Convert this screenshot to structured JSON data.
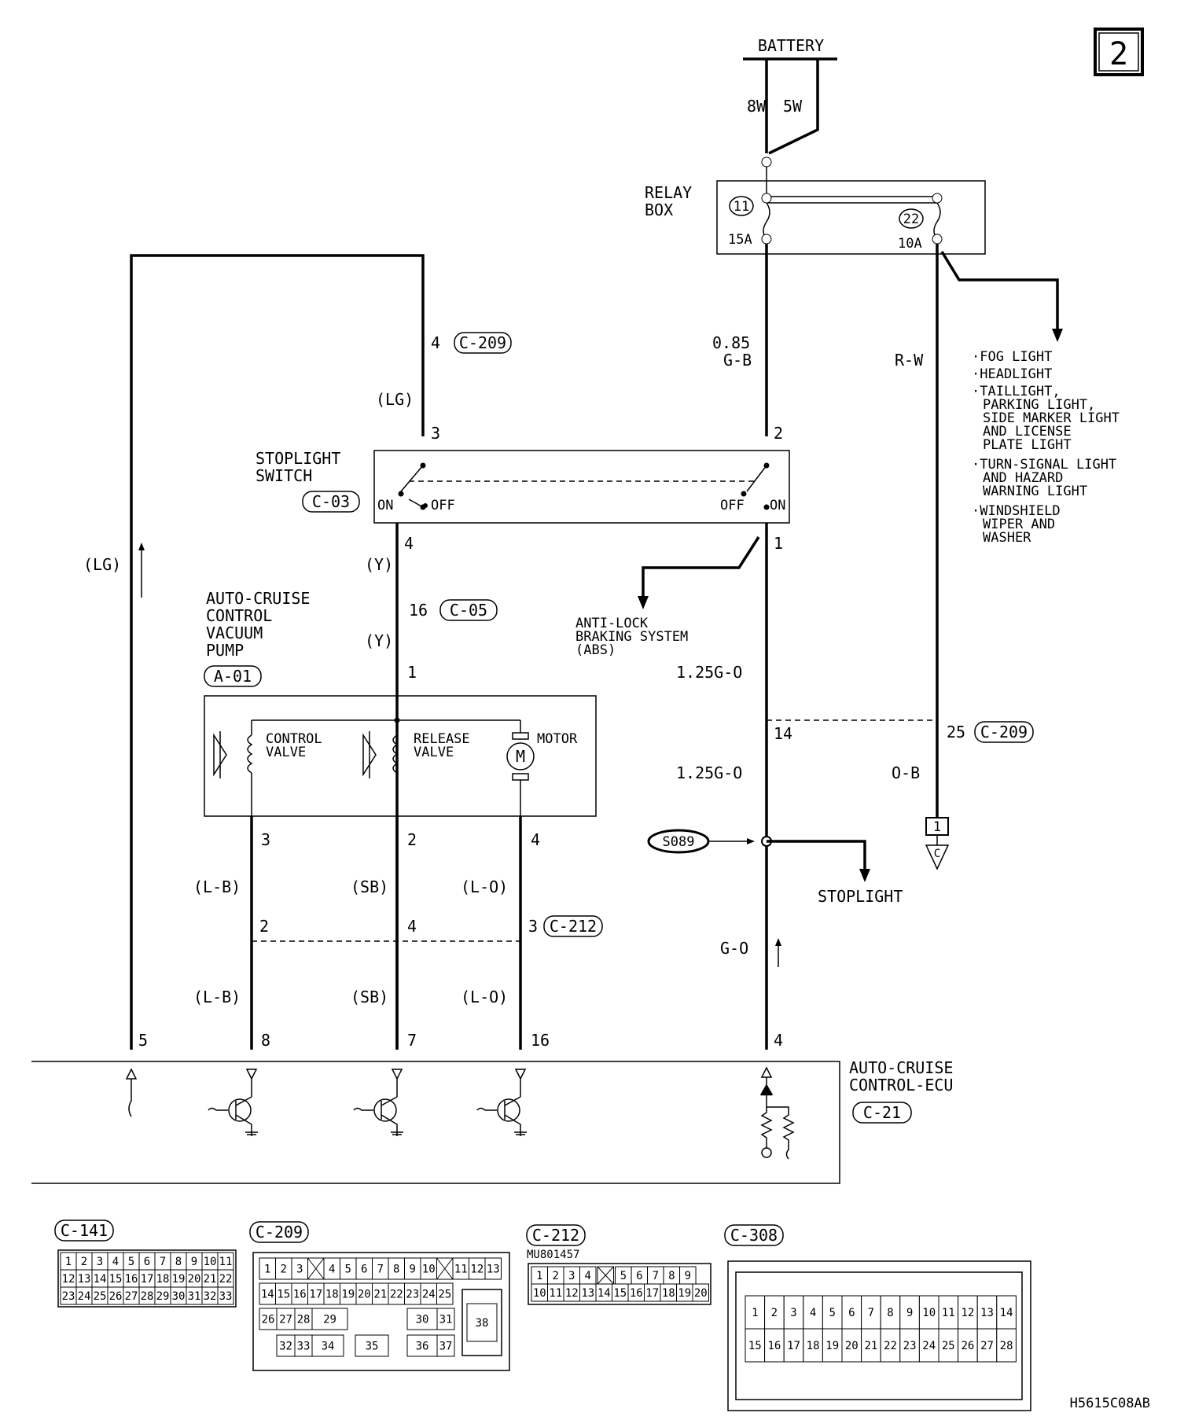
{
  "page_number": "2",
  "battery": {
    "label": "BATTERY",
    "fuse_8w": "8W",
    "fuse_5w": "5W"
  },
  "relay_box": {
    "label_line1": "RELAY",
    "label_line2": "BOX",
    "fuse_11": "11",
    "fuse_11_rating": "15A",
    "fuse_22": "22",
    "fuse_22_rating": "10A"
  },
  "wires": {
    "g_b_size": "0.85",
    "g_b": "G-B",
    "r_w": "R-W",
    "lg_top": "(LG)",
    "lg_left": "(LG)",
    "y_1": "(Y)",
    "y_2": "(Y)",
    "g_o_1": "1.25G-O",
    "g_o_2": "1.25G-O",
    "o_b": "O-B",
    "l_b_1": "(L-B)",
    "sb_1": "(SB)",
    "l_o_1": "(L-O)",
    "l_b_2": "(L-B)",
    "sb_2": "(SB)",
    "l_o_2": "(L-O)",
    "g_o_3": "G-O"
  },
  "connectors": {
    "c209_a": "C-209",
    "c209_b": "C-209",
    "c03": "C-03",
    "c05": "C-05",
    "a01": "A-01",
    "c212": "C-212",
    "c21": "C-21"
  },
  "pins": {
    "p4_c209": "4",
    "p3_sw": "3",
    "p2_sw": "2",
    "p4_sw": "4",
    "p1_sw": "1",
    "p16_c05": "16",
    "p1_pump": "1",
    "p14": "14",
    "p25": "25",
    "p3_pump": "3",
    "p2_pump": "2",
    "p4_pump": "4",
    "p2_c212": "2",
    "p4_c212": "4",
    "p3_c212": "3",
    "p5_ecu": "5",
    "p8_ecu": "8",
    "p7_ecu": "7",
    "p16_ecu": "16",
    "p4_ecu": "4",
    "ground_c": "1",
    "ground_c_letter": "C"
  },
  "stoplight_switch": {
    "label_line1": "STOPLIGHT",
    "label_line2": "SWITCH",
    "on_left": "ON",
    "off_left": "OFF",
    "off_right": "OFF",
    "on_right": "ON"
  },
  "vacuum_pump": {
    "label_line1": "AUTO-CRUISE",
    "label_line2": "CONTROL",
    "label_line3": "VACUUM",
    "label_line4": "PUMP",
    "control_valve_1": "CONTROL",
    "control_valve_2": "VALVE",
    "release_valve_1": "RELEASE",
    "release_valve_2": "VALVE",
    "motor": "MOTOR",
    "motor_symbol": "M"
  },
  "abs": {
    "line1": "ANTI-LOCK",
    "line2": "BRAKING SYSTEM",
    "line3": "(ABS)"
  },
  "lighting_list": [
    "·FOG LIGHT",
    "·HEADLIGHT",
    "·TAILLIGHT,",
    "PARKING LIGHT,",
    "SIDE MARKER LIGHT",
    "AND LICENSE",
    "PLATE LIGHT",
    "·TURN-SIGNAL LIGHT",
    "AND HAZARD",
    "WARNING LIGHT",
    "·WINDSHIELD",
    "WIPER AND",
    "WASHER"
  ],
  "splice": "S089",
  "stoplight": "STOPLIGHT",
  "ecu": {
    "line1": "AUTO-CRUISE",
    "line2": "CONTROL-ECU"
  },
  "connector_views": {
    "c141": {
      "title": "C-141",
      "rows": [
        [
          "1",
          "2",
          "3",
          "4",
          "5",
          "6",
          "7",
          "8",
          "9",
          "10",
          "11"
        ],
        [
          "12",
          "13",
          "14",
          "15",
          "16",
          "17",
          "18",
          "19",
          "20",
          "21",
          "22"
        ],
        [
          "23",
          "24",
          "25",
          "26",
          "27",
          "28",
          "29",
          "30",
          "31",
          "32",
          "33"
        ]
      ]
    },
    "c209": {
      "title": "C-209",
      "row1": [
        "1",
        "2",
        "3",
        "",
        "4",
        "5",
        "6",
        "7",
        "8",
        "9",
        "10",
        "",
        "11",
        "12",
        "13"
      ],
      "row2": [
        "14",
        "15",
        "16",
        "17",
        "18",
        "19",
        "20",
        "21",
        "22",
        "23",
        "24",
        "25"
      ],
      "row3": [
        "26",
        "27",
        "28",
        "29",
        "30",
        "31"
      ],
      "row4": [
        "32",
        "33",
        "34",
        "35",
        "36",
        "37"
      ],
      "big_pin": "38"
    },
    "c212": {
      "title": "C-212",
      "part_number": "MU801457",
      "row1": [
        "1",
        "2",
        "3",
        "4",
        "",
        "5",
        "6",
        "7",
        "8",
        "9"
      ],
      "row2": [
        "10",
        "11",
        "12",
        "13",
        "14",
        "15",
        "16",
        "17",
        "18",
        "19",
        "20"
      ]
    },
    "c308": {
      "title": "C-308",
      "row1": [
        "1",
        "2",
        "3",
        "4",
        "5",
        "6",
        "7",
        "8",
        "9",
        "10",
        "11",
        "12",
        "13",
        "14"
      ],
      "row2": [
        "15",
        "16",
        "17",
        "18",
        "19",
        "20",
        "21",
        "22",
        "23",
        "24",
        "25",
        "26",
        "27",
        "28"
      ]
    }
  },
  "figure_code": "H5615C08AB"
}
